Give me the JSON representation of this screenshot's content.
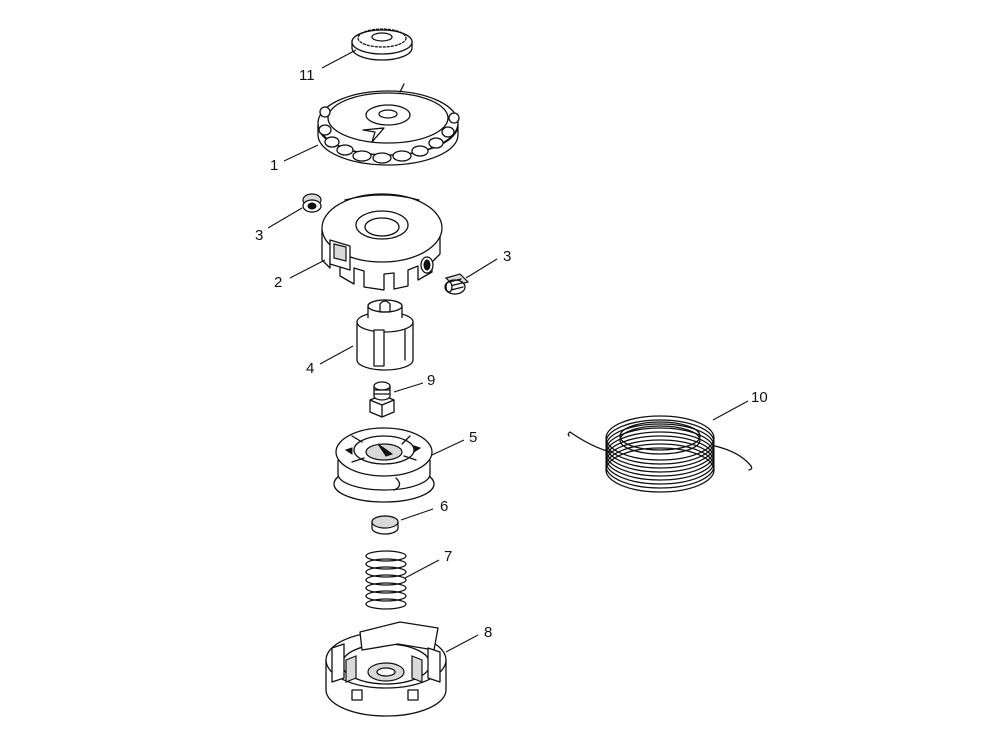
{
  "callouts": [
    {
      "id": "11",
      "label": "11"
    },
    {
      "id": "1",
      "label": "1"
    },
    {
      "id": "3a",
      "label": "3"
    },
    {
      "id": "3b",
      "label": "3"
    },
    {
      "id": "2",
      "label": "2"
    },
    {
      "id": "4",
      "label": "4"
    },
    {
      "id": "9",
      "label": "9"
    },
    {
      "id": "5",
      "label": "5"
    },
    {
      "id": "6",
      "label": "6"
    },
    {
      "id": "7",
      "label": "7"
    },
    {
      "id": "8",
      "label": "8"
    },
    {
      "id": "10",
      "label": "10"
    }
  ],
  "parts": [
    {
      "callout": "11",
      "icon": "nut-washer-icon"
    },
    {
      "callout": "1",
      "icon": "cover-knob-icon"
    },
    {
      "callout": "3",
      "icon": "eyelet-icon"
    },
    {
      "callout": "2",
      "icon": "housing-icon"
    },
    {
      "callout": "4",
      "icon": "shaft-adapter-icon"
    },
    {
      "callout": "9",
      "icon": "nut-icon"
    },
    {
      "callout": "5",
      "icon": "spool-icon"
    },
    {
      "callout": "6",
      "icon": "cap-icon"
    },
    {
      "callout": "7",
      "icon": "spring-icon"
    },
    {
      "callout": "8",
      "icon": "base-housing-icon"
    },
    {
      "callout": "10",
      "icon": "trimmer-line-coil-icon"
    }
  ]
}
